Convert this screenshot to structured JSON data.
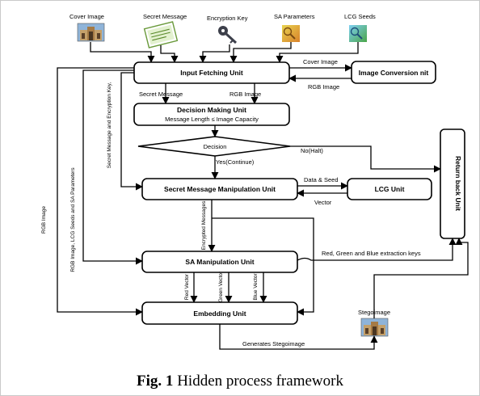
{
  "inputs": {
    "cover_image": "Cover Image",
    "secret_message": "Secret Message",
    "encryption_key": "Encryption Key",
    "sa_parameters": "SA Parameters",
    "lcg_seeds": "LCG Seeds"
  },
  "units": {
    "input_fetching": "Input Fetching Unit",
    "image_conversion": "Image Conversion nit",
    "decision_making": "Decision Making Unit",
    "decision_making_condition": "Message Length ≤ Image Capacity",
    "decision": "Decision",
    "secret_message_manipulation": "Secret Message Manipulation Unit",
    "lcg": "LCG Unit",
    "sa_manipulation": "SA Manipulation Unit",
    "embedding": "Embedding Unit",
    "return_back": "Return back Unit"
  },
  "edge_labels": {
    "cover_image": "Cover Image",
    "rgb_image_back": "RGB Image",
    "secret_message": "Secret  Message",
    "rgb_image": "RGB Image",
    "secret_message_and_key": "Secret Message and Encryption Key,",
    "yes_continue": "Yes(Continue)",
    "no_halt": "No(Halt)",
    "rgb_lcg_sa": "RGB Image, LCG Seeds and SA Parameters",
    "rgb_image_left": "RGB Image",
    "data_seed": "Data & Seed",
    "vector": "Vector",
    "encrypted_messages": "Encrypted Messages",
    "rgb_extraction_keys": "Red, Green and Blue  extraction keys",
    "red_vector": "Red Vector",
    "green_vector": "Green Vector",
    "blue_vector": "Blue Vector",
    "stegoimage": "Stegoimage",
    "generates_stegoimage": "Generates Stegoimage"
  },
  "icons": {
    "cover_image": "building-photo-icon",
    "secret_message": "document-icon",
    "encryption_key": "key-icon",
    "sa_parameters": "magnifier-icon",
    "lcg_seeds": "magnifier-icon",
    "stegoimage": "building-photo-icon"
  },
  "caption": {
    "prefix": "Fig. 1",
    "text": " Hidden process framework"
  }
}
